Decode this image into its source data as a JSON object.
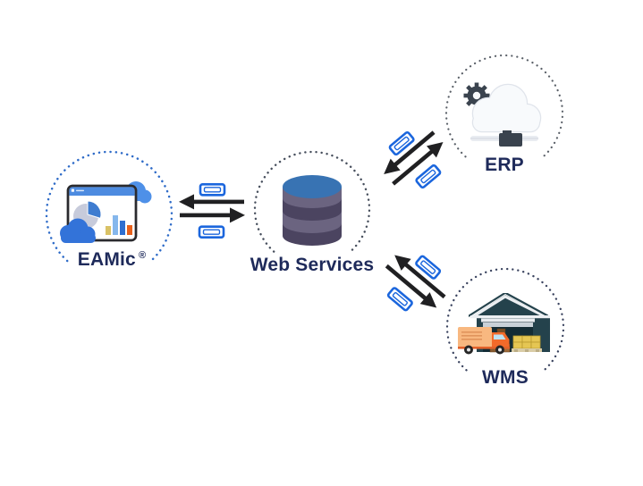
{
  "diagram": {
    "description": "Integration diagram: EAMic connects through Web Services to ERP and WMS systems",
    "nodes": {
      "eamic": {
        "label": "EAMic",
        "registered_mark": "®",
        "icon": "analytics-dashboard-with-clouds",
        "circle_color": "#2E6BC8"
      },
      "webservices": {
        "label": "Web Services",
        "icon": "database-cylinder",
        "circle_color": "#464E5C"
      },
      "erp": {
        "label": "ERP",
        "icon": "cloud-with-gear-and-network",
        "circle_color": "#5A6068"
      },
      "wms": {
        "label": "WMS",
        "icon": "warehouse-with-truck",
        "circle_color": "#39425E"
      }
    },
    "connections": [
      {
        "from": "EAMic",
        "to": "Web Services",
        "type": "bidirectional-data-transfer"
      },
      {
        "from": "Web Services",
        "to": "ERP",
        "type": "bidirectional-data-transfer"
      },
      {
        "from": "Web Services",
        "to": "WMS",
        "type": "bidirectional-data-transfer"
      }
    ],
    "colors": {
      "label_text": "#1E2A5A",
      "arrow": "#202022",
      "data_packet_border": "#1B66DD",
      "database_top": "#3873B3",
      "database_band_light": "#6B6480",
      "database_band_dark": "#4B4460",
      "warehouse_building": "#24424C",
      "truck_cab": "#F26A2A",
      "truck_box": "#F8B880",
      "background": "#FFFFFF"
    }
  }
}
